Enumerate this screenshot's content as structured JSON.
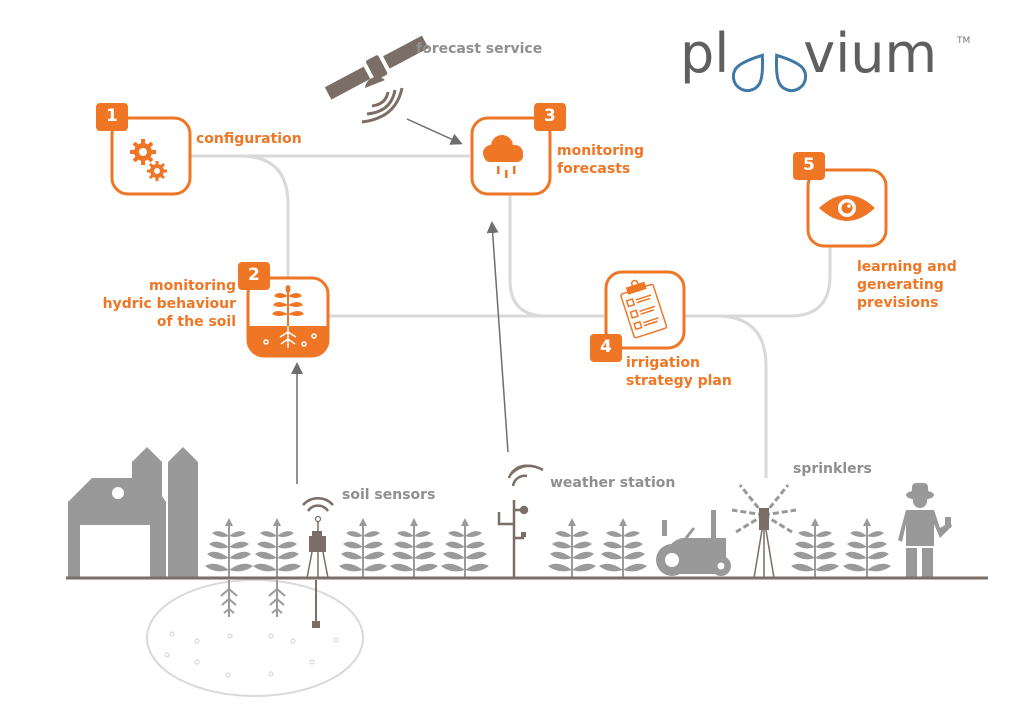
{
  "brand": {
    "name": "ploovium",
    "trademark": "TM",
    "colors": {
      "accent": "#ee7624",
      "gray": "#8f8f8f",
      "ground": "#7a6e66",
      "line": "#d9d9d9",
      "drop_blue": "#3f79a6"
    }
  },
  "steps": [
    {
      "number": "1",
      "label_lines": [
        "configuration"
      ],
      "icon": "gears-icon"
    },
    {
      "number": "2",
      "label_lines": [
        "monitoring",
        "hydric behaviour",
        "of the soil"
      ],
      "icon": "plant-soil-icon"
    },
    {
      "number": "3",
      "label_lines": [
        "monitoring",
        "forecasts"
      ],
      "icon": "rain-cloud-icon"
    },
    {
      "number": "4",
      "label_lines": [
        "irrigation",
        "strategy plan"
      ],
      "icon": "clipboard-checklist-icon"
    },
    {
      "number": "5",
      "label_lines": [
        "learning and",
        "generating",
        "previsions"
      ],
      "icon": "eye-icon"
    }
  ],
  "sources": {
    "forecast_service": "forecast service",
    "soil_sensors": "soil sensors",
    "weather_station": "weather station",
    "sprinklers": "sprinklers"
  }
}
